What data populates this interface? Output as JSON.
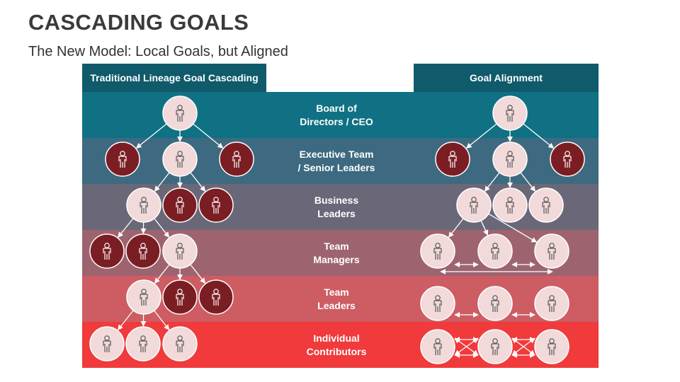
{
  "title": "CASCADING GOALS",
  "subtitle": "The New Model: Local Goals, but Aligned",
  "headers": {
    "left": "Traditional Lineage Goal Cascading",
    "right": "Goal Alignment"
  },
  "header_color": "#0f5b6b",
  "levels": [
    {
      "line1": "Board of",
      "line2": "Directors / CEO",
      "color": "#0f7183"
    },
    {
      "line1": "Executive Team",
      "line2": "/ Senior Leaders",
      "color": "#3d6a80"
    },
    {
      "line1": "Business",
      "line2": "Leaders",
      "color": "#6a6878"
    },
    {
      "line1": "Team",
      "line2": "Managers",
      "color": "#9d6470"
    },
    {
      "line1": "Team",
      "line2": "Leaders",
      "color": "#cd5c63"
    },
    {
      "line1": "Individual",
      "line2": "Contributors",
      "color": "#f03a3b"
    }
  ],
  "node_colors": {
    "light": "#f2dada",
    "dark": "#7b1e23",
    "figure": "#555555"
  },
  "icon": "person-icon"
}
